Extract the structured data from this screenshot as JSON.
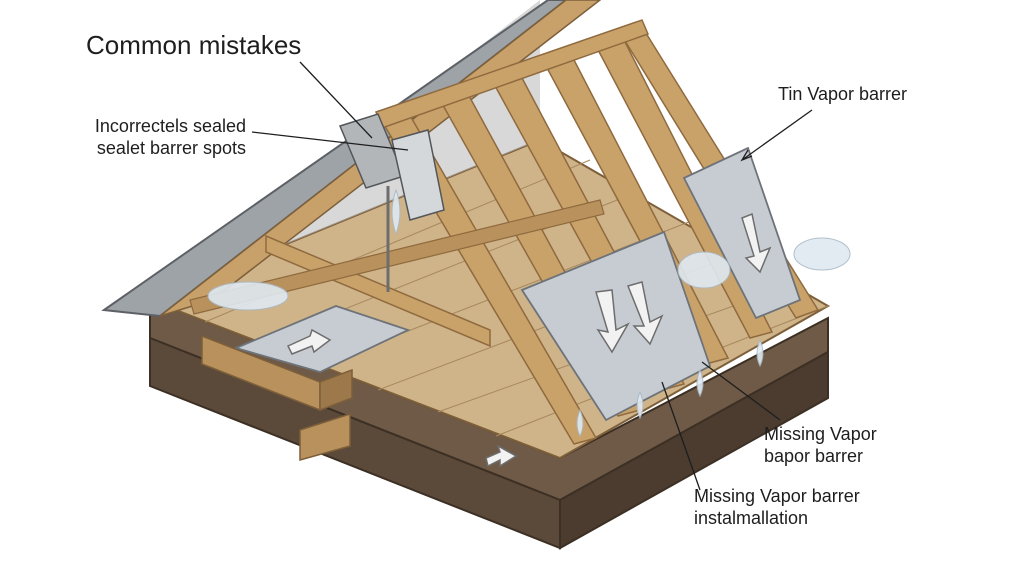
{
  "title": "Common mistakes",
  "labels": {
    "incorrect_line1": "Incorrectels sealed",
    "incorrect_line2": "sealet barrer spots",
    "tin_vapor": "Tin Vapor barrer",
    "missing_line1": "Missing Vapor",
    "missing_line2": "bapor barrer",
    "missing_install_line1": "Missing Vapor barrer",
    "missing_install_line2": "instalmallation"
  },
  "colors": {
    "wood": "#c9a26a",
    "wood_dark": "#8f6a3e",
    "floor": "#cfb389",
    "roof": "#9ea3a8",
    "foundation": "#6e5a47",
    "barrier": "#c7ccd2",
    "moisture": "#dfe9f1",
    "text": "#1e1e1e"
  }
}
